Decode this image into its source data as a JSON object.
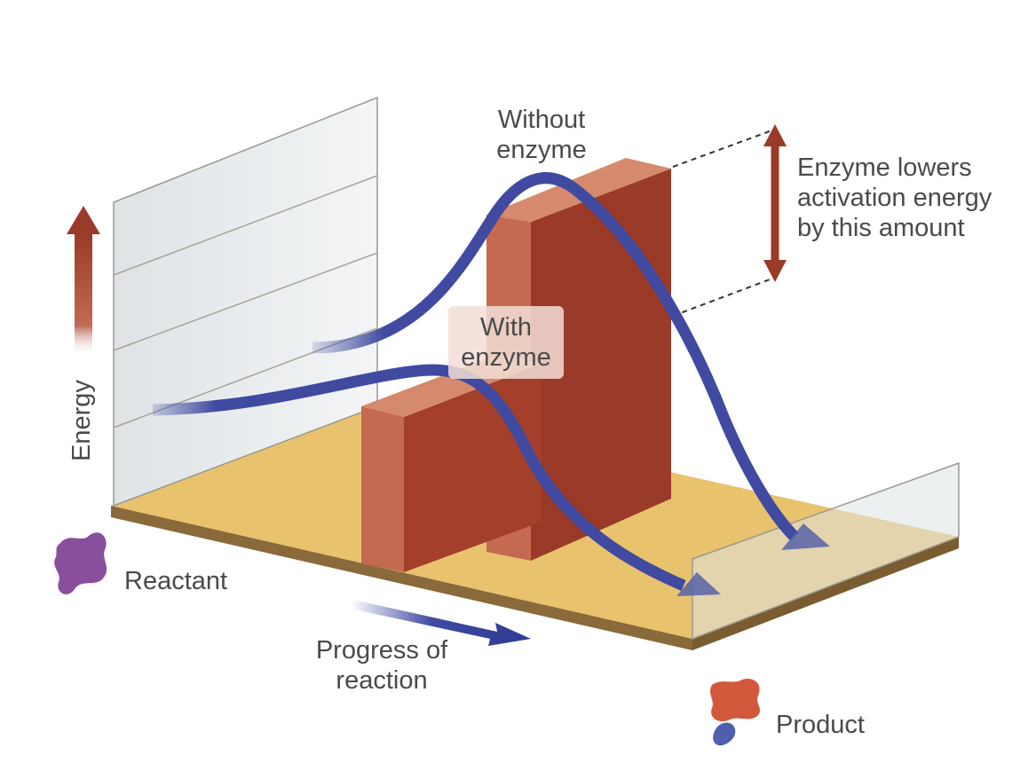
{
  "labels": {
    "energy": "Energy",
    "without_enzyme": [
      "Without",
      "enzyme"
    ],
    "with_enzyme": [
      "With",
      "enzyme"
    ],
    "lowers": [
      "Enzyme lowers",
      "activation energy",
      "by this amount"
    ],
    "reactant": "Reactant",
    "progress": [
      "Progress of",
      "reaction"
    ],
    "product": "Product"
  },
  "colors": {
    "floor": "#e9c46a",
    "barrier": "#9a3a28",
    "barrier_light": "#b95a44",
    "curve": "#3f4aa0",
    "reactant": "#8a4f9c",
    "product_red": "#d2583c",
    "product_blue": "#4f5fae",
    "energy_arrow": "#9a3a28"
  }
}
